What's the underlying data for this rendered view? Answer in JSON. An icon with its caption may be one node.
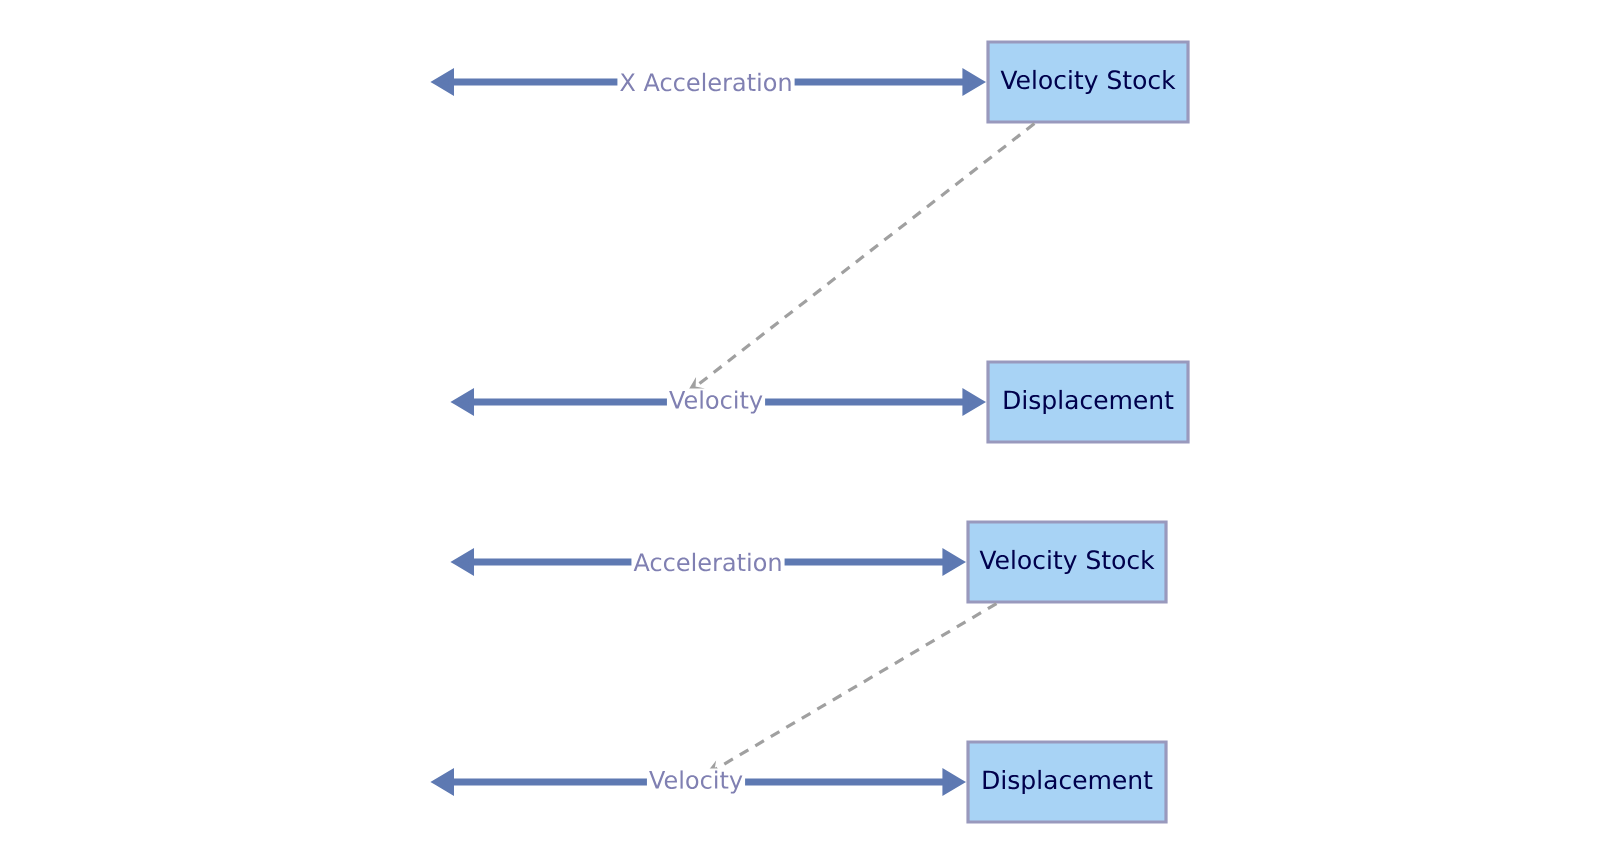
{
  "diagram": {
    "nodes": [
      {
        "text": [
          "Velocity Stock"
        ]
      },
      {
        "text": [
          "Displacement"
        ]
      },
      {
        "text": [
          "Velocity Stock"
        ]
      },
      {
        "text": [
          "Displacement"
        ]
      }
    ],
    "edges": [
      {
        "from": null,
        "to": 0,
        "arrow": "both",
        "label": "X Acceleration"
      },
      {
        "from": 0,
        "to": null,
        "arrow": "to",
        "style": "dashed",
        "color": "#a0a0a0"
      },
      {
        "from": null,
        "to": 1,
        "arrow": "both",
        "label": "Velocity"
      },
      {
        "from": null,
        "to": 2,
        "arrow": "both",
        "label": "Acceleration"
      },
      {
        "from": 2,
        "to": null,
        "arrow": "to",
        "style": "dashed",
        "color": "#a0a0a0"
      },
      {
        "from": null,
        "to": 3,
        "arrow": "both",
        "label": "Velocity"
      }
    ]
  }
}
